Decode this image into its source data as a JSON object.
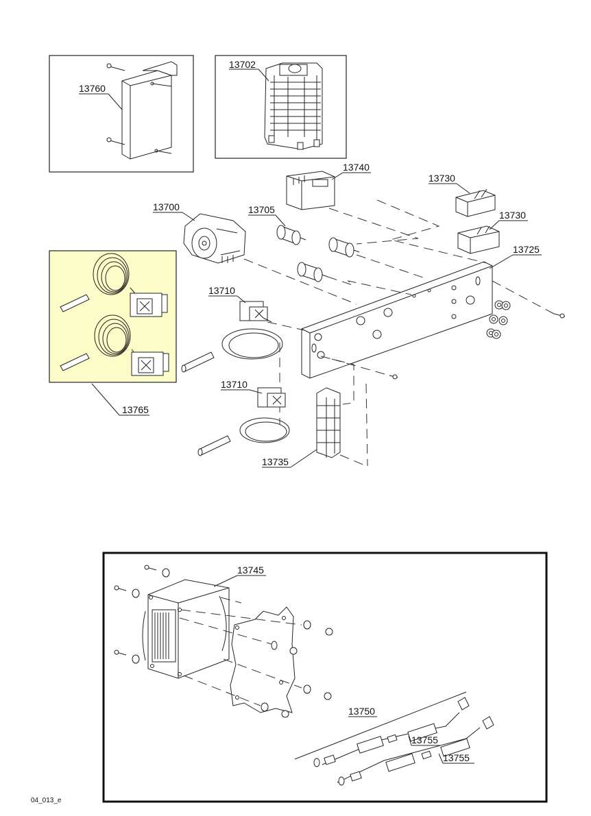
{
  "labels": {
    "p13760": "13760",
    "p13702": "13702",
    "p13740": "13740",
    "p13730a": "13730",
    "p13730b": "13730",
    "p13700": "13700",
    "p13705": "13705",
    "p13725": "13725",
    "p13710a": "13710",
    "p13710b": "13710",
    "p13765": "13765",
    "p13735": "13735",
    "p13745": "13745",
    "p13750": "13750",
    "p13755a": "13755",
    "p13755b": "13755"
  },
  "footer_code": "04_013_e",
  "colors": {
    "highlight_fill": "#fcfcc8",
    "line": "#222222",
    "background": "#ffffff"
  }
}
